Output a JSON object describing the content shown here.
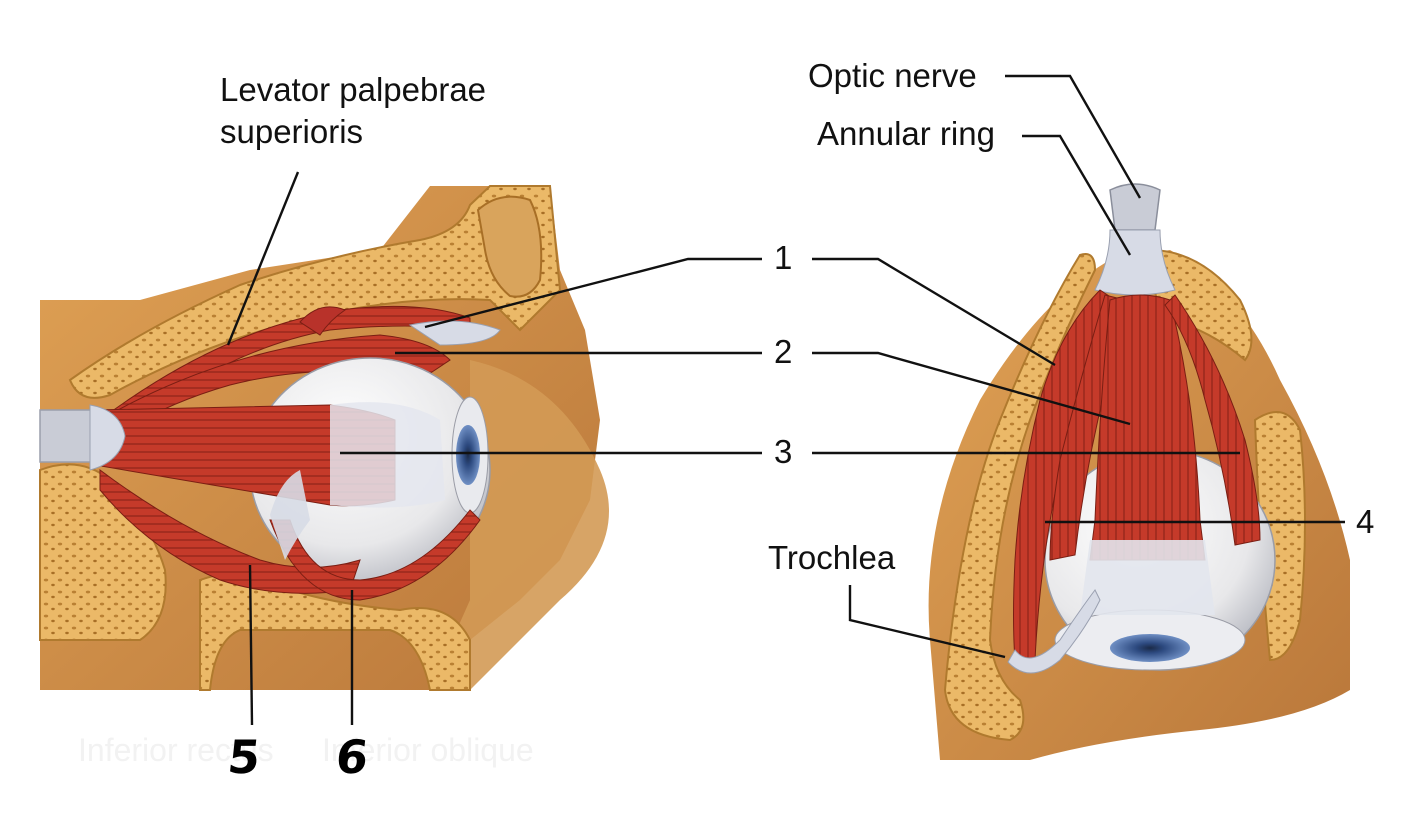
{
  "labels": {
    "levator_line1": "Levator palpebrae",
    "levator_line2": "superioris",
    "optic_nerve": "Optic nerve",
    "annular_ring": "Annular ring",
    "trochlea": "Trochlea",
    "n1": "1",
    "n2": "2",
    "n3": "3",
    "n4": "4",
    "hand5": "5",
    "hand6": "6"
  },
  "ghost_text": {
    "left": "Inferior rectus",
    "right": "Inferior oblique"
  },
  "colors": {
    "bone": "#e9b565",
    "bone_pore": "#b07a2e",
    "muscle": "#c0392b",
    "muscle_dark": "#8e2418",
    "tendon": "#d7dbe6",
    "sclera": "#f1f1f1",
    "iris": "#3d5f9a",
    "tissue": "#c98a45"
  },
  "icons": [
    "eye-lateral-view",
    "eye-superior-view"
  ]
}
